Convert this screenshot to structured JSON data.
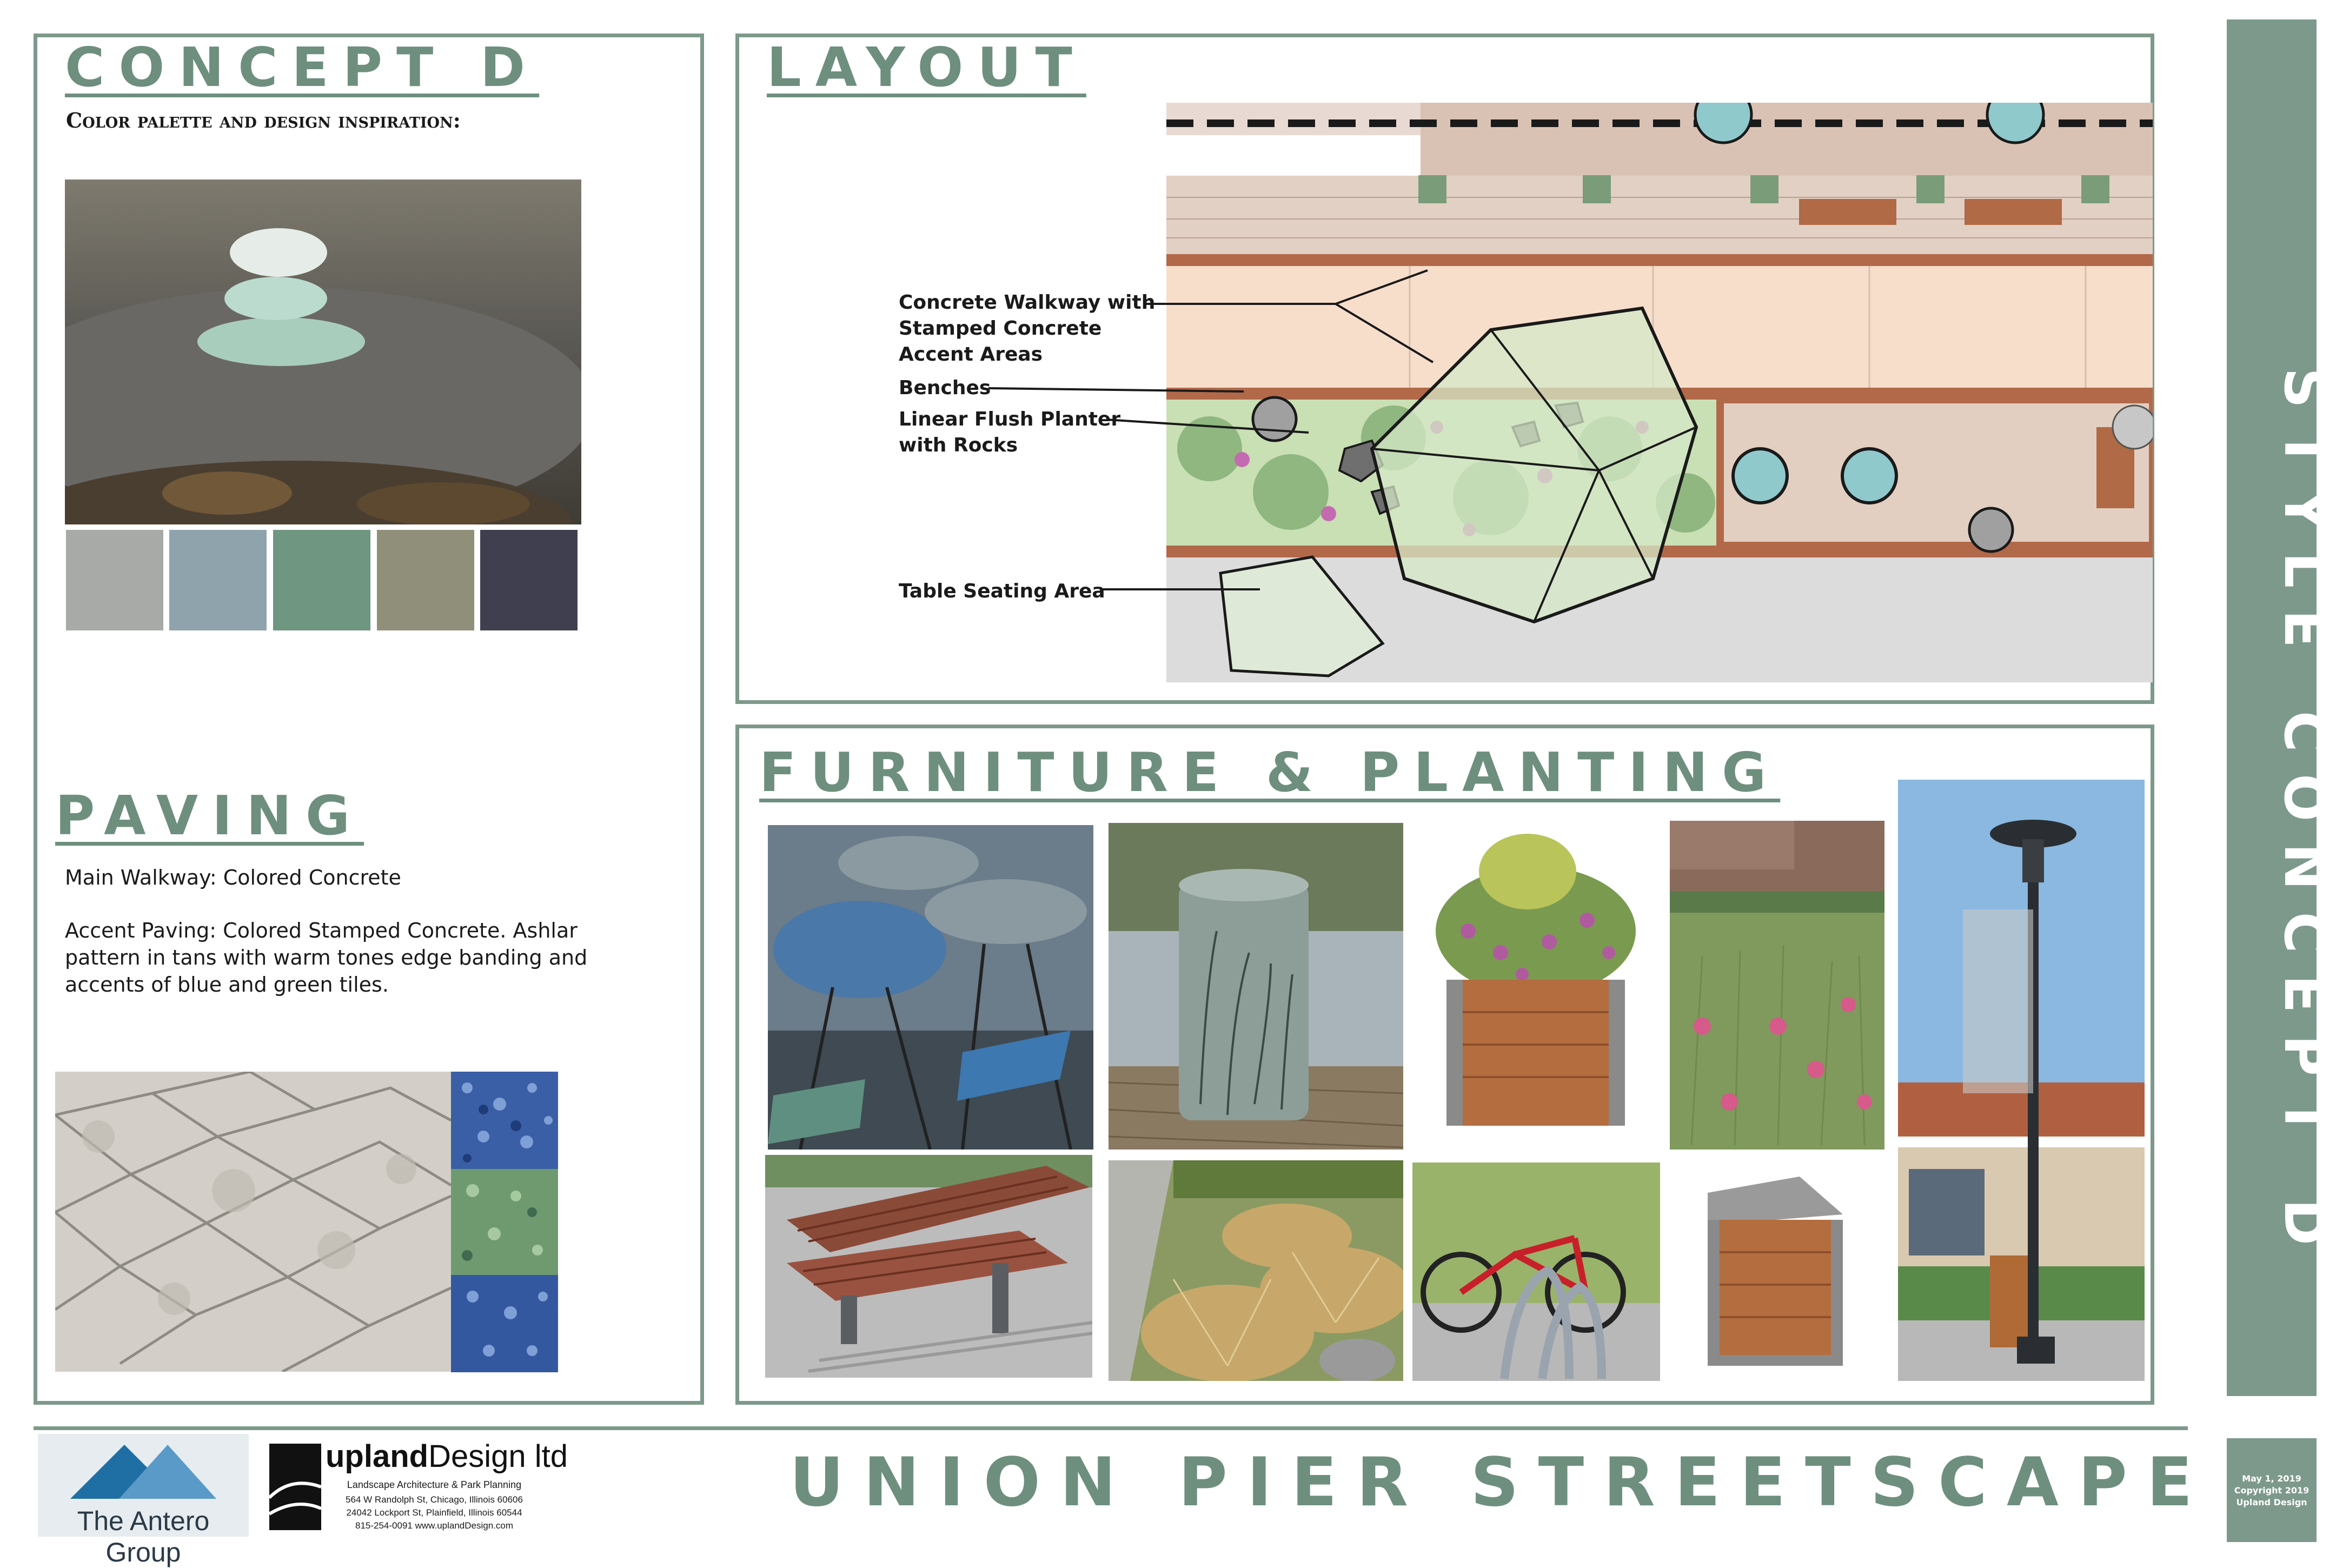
{
  "concept": {
    "title": "CONCEPT D",
    "subtitle": "Color palette and design inspiration:",
    "swatches": [
      "#a8aaa8",
      "#8fa3ad",
      "#6f9680",
      "#8f8f7a",
      "#3f3f50"
    ]
  },
  "paving": {
    "title": "PAVING",
    "line1": "Main Walkway: Colored Concrete",
    "line2": "Accent Paving: Colored Stamped Concrete. Ashlar pattern in tans with warm tones edge banding and accents of blue and green tiles."
  },
  "layout": {
    "title": "LAYOUT",
    "labels": {
      "walkway": "Concrete Walkway with Stamped Concrete Accent Areas",
      "benches": "Benches",
      "planter": "Linear Flush Planter with Rocks",
      "seating": "Table Seating Area"
    }
  },
  "furniture": {
    "title": "FURNITURE & PLANTING"
  },
  "side_title": "STYLE CONCEPT D",
  "footer": {
    "project_title": "UNION PIER STREETSCAPE",
    "antero_name": "The Antero Group",
    "upland_name_bold": "upland",
    "upland_name_rest": "Design ltd",
    "upland_tagline": "Landscape Architecture & Park Planning",
    "upland_addr1": "564 W Randolph St, Chicago, Illinois 60606",
    "upland_addr2": "24042 Lockport St, Plainfield, Illinois 60544",
    "upland_phone": "815-254-0091 www.uplandDesign.com",
    "date_line1": "May 1, 2019",
    "date_line2": "Copyright 2019",
    "date_line3": "Upland Design"
  },
  "colors": {
    "accent": "#7d998b",
    "heading": "#6e8f7e"
  }
}
